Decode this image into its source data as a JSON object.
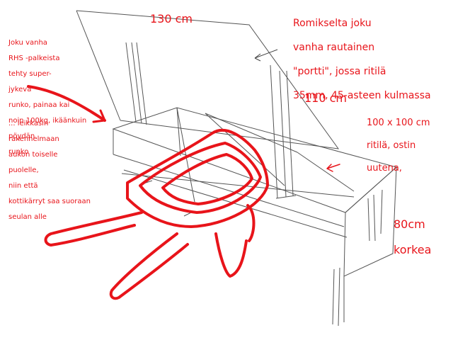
{
  "annotations": {
    "dim_width": "130 cm",
    "dim_depth": "110 cm",
    "dim_height": [
      "80cm",
      "korkea"
    ],
    "gate_note": [
      "Romikselta joku",
      "vanha rautainen",
      "\"portti\", jossa ritilä",
      "35mm,  45-asteen kulmassa"
    ],
    "grid_note": [
      "100 x 100 cm",
      "ritilä, ostin",
      "uutena,"
    ],
    "frame_note": [
      "Joku vanha",
      "RHS -palkeista",
      "tehty super-",
      "jykevä",
      "runko, painaa kai",
      "noin 100kg, ikäänkuin",
      "pöydän",
      "runko"
    ],
    "cut_note": [
      "... leikkasin",
      "rakennelmaan",
      "aukon toiselle",
      "puolelle,",
      "niin että",
      "kottikärryt saa suoraan",
      "seulan alle"
    ]
  },
  "colors": {
    "ink": "#e8141a",
    "sketch": "#555555",
    "background": "#ffffff"
  }
}
